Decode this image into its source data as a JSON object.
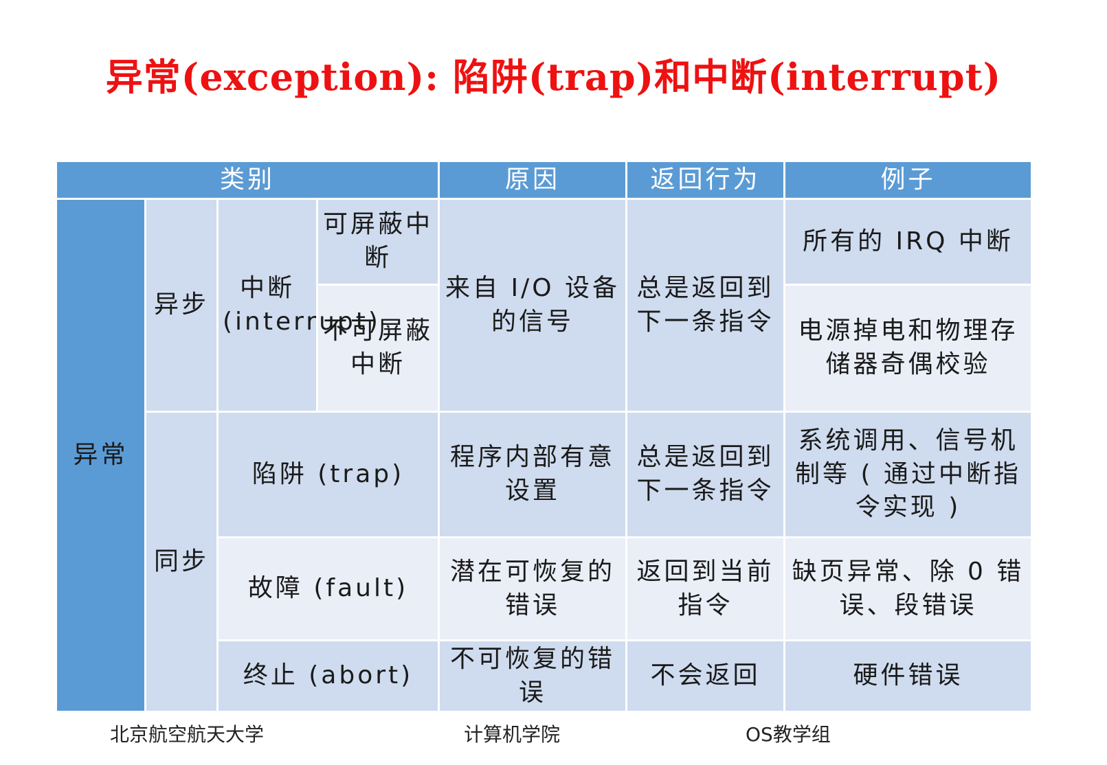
{
  "title": "异常(exception): 陷阱(trap)和中断(interrupt)",
  "headers": {
    "category": "类别",
    "cause": "原因",
    "return_behavior": "返回行为",
    "example": "例子"
  },
  "rows": {
    "exception": "异常",
    "async": "异步",
    "sync": "同步",
    "interrupt": "中断 (interrupt)",
    "maskable": "可屏蔽中断",
    "nonmaskable": "不可屏蔽中断",
    "interrupt_cause": "来自 I/O 设备的信号",
    "interrupt_return": "总是返回到下一条指令",
    "maskable_example": "所有的 IRQ 中断",
    "nonmaskable_example": "电源掉电和物理存储器奇偶校验",
    "trap": "陷阱 (trap)",
    "trap_cause": "程序内部有意设置",
    "trap_return": "总是返回到下一条指令",
    "trap_example": "系统调用、信号机制等 ( 通过中断指令实现 )",
    "fault": "故障 (fault)",
    "fault_cause": "潜在可恢复的错误",
    "fault_return": "返回到当前指令",
    "fault_example": "缺页异常、除 0 错误、段错误",
    "abort": "终止 (abort)",
    "abort_cause": "不可恢复的错误",
    "abort_return": "不会返回",
    "abort_example": "硬件错误"
  },
  "footer": {
    "left": "北京航空航天大学",
    "middle": "计算机学院",
    "right": "OS教学组"
  }
}
